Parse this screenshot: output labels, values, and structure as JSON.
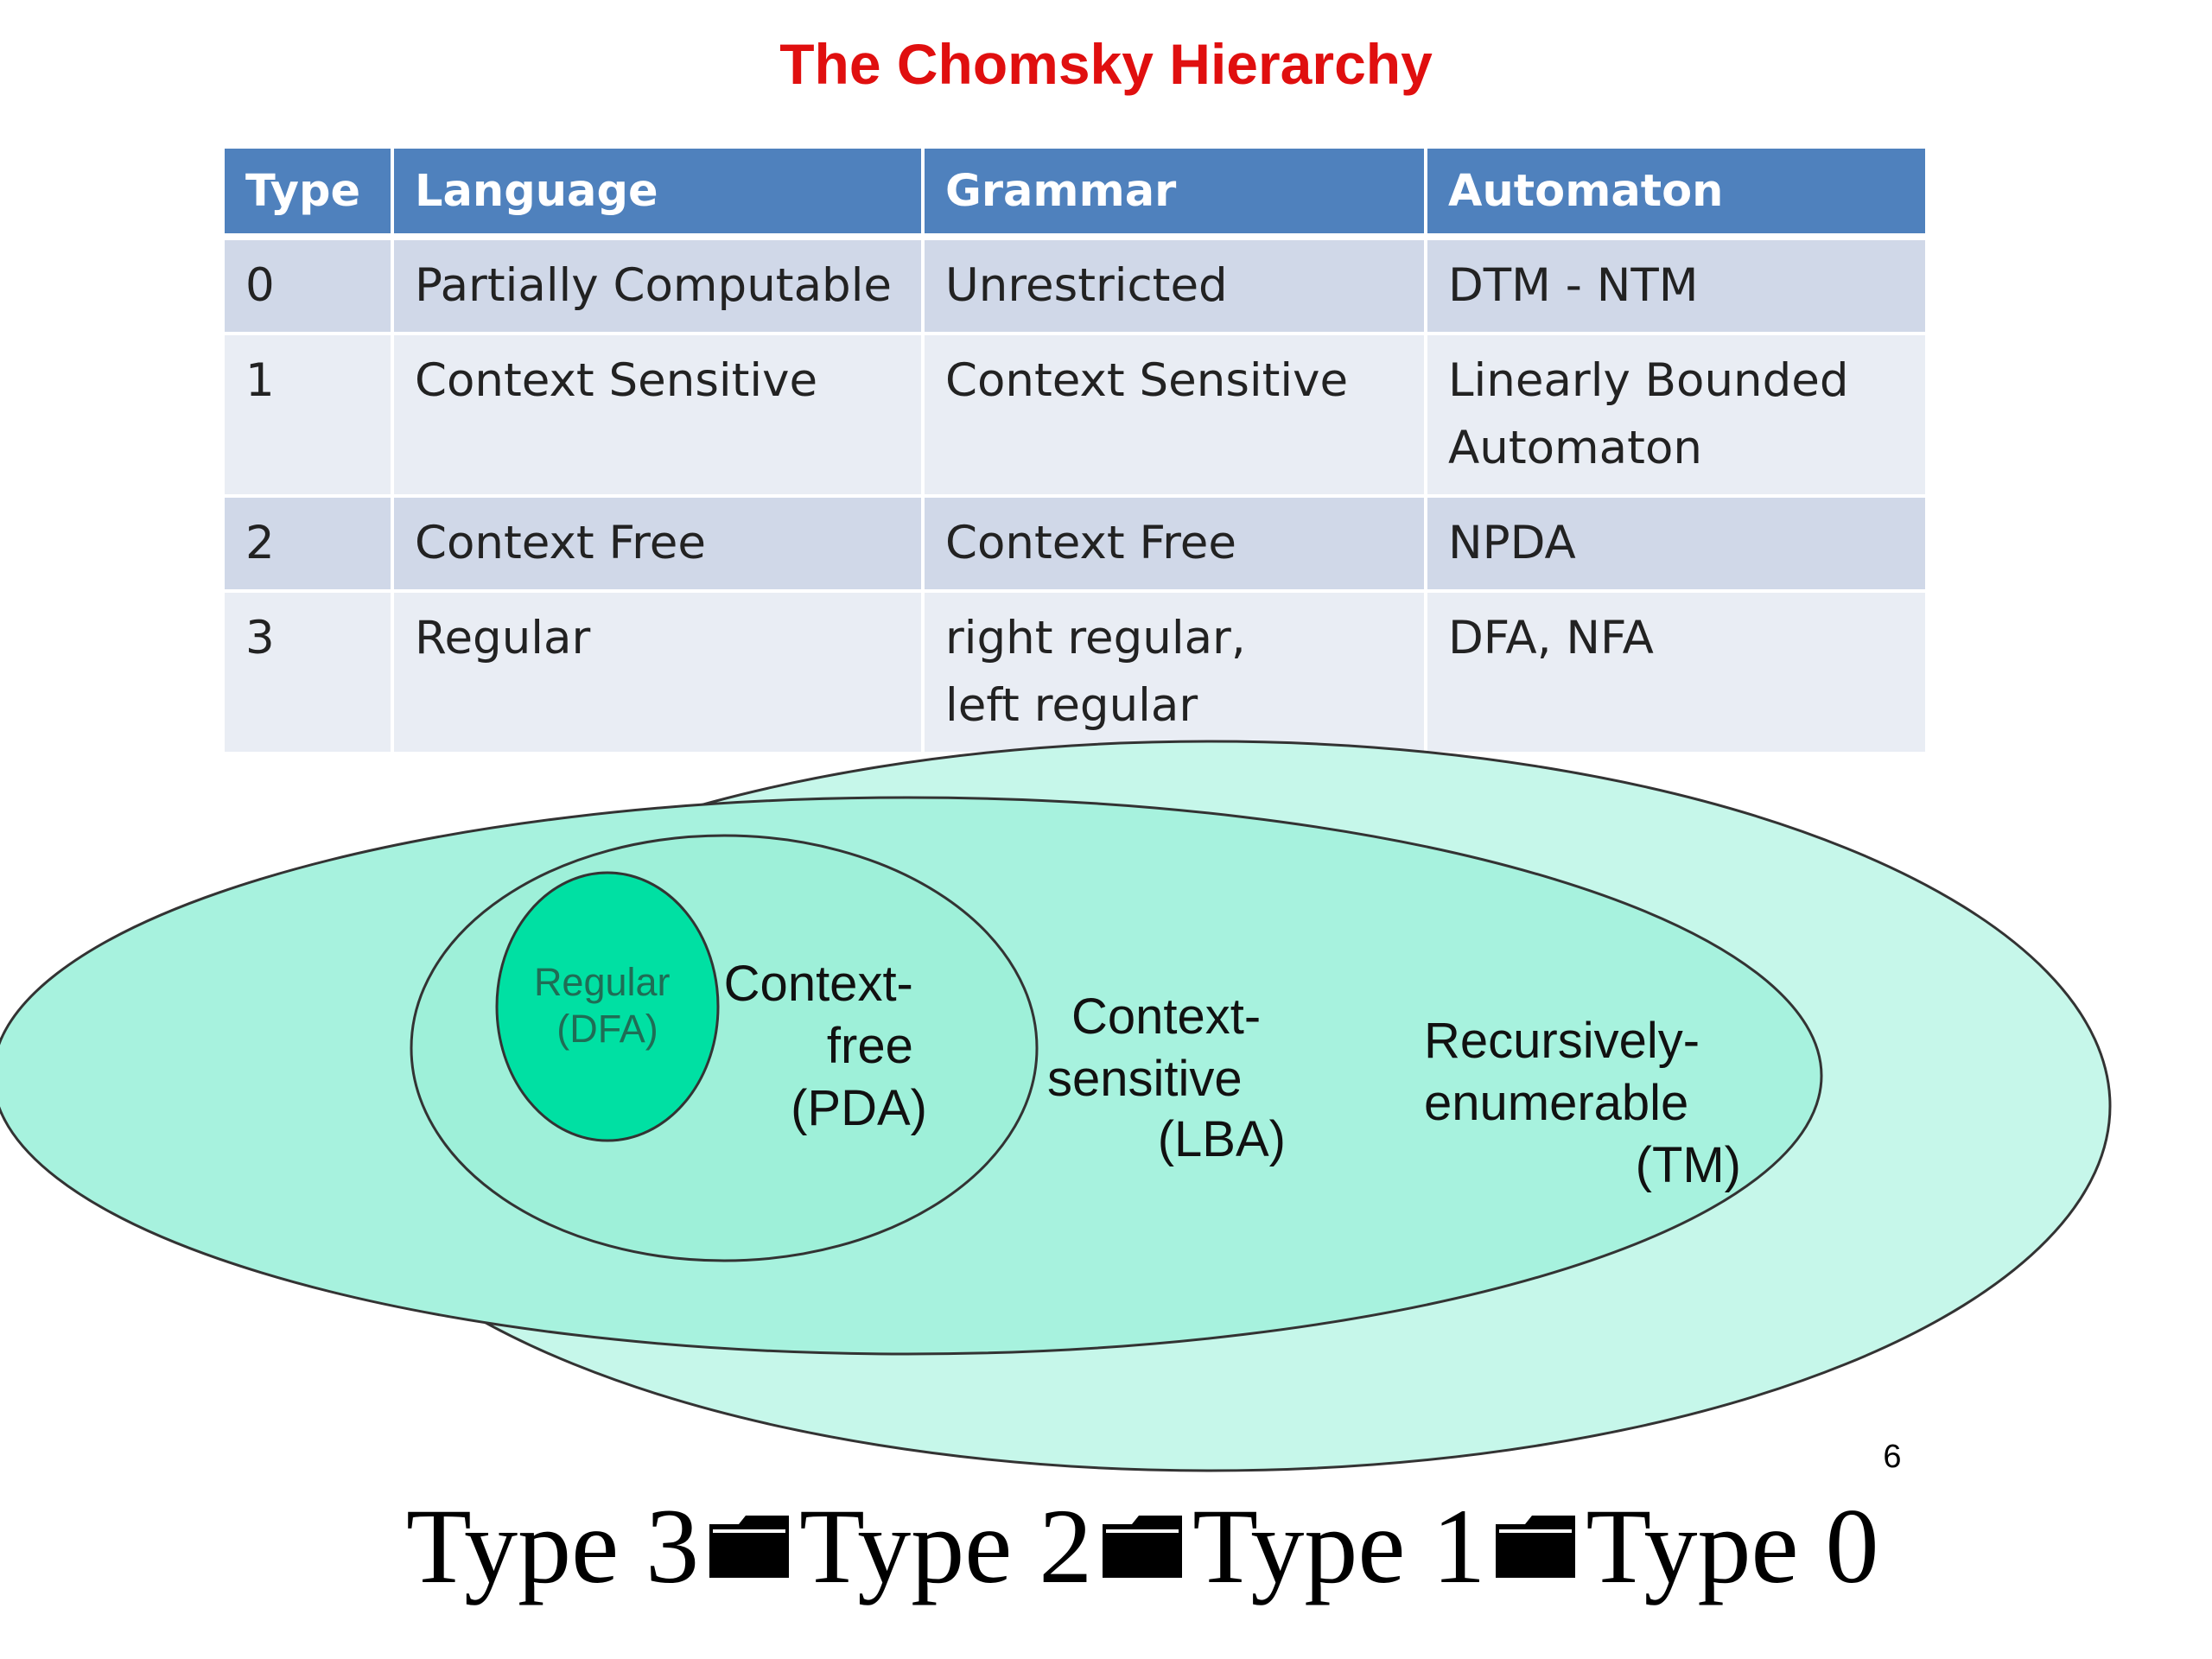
{
  "title": "The Chomsky Hierarchy",
  "table": {
    "headers": [
      "Type",
      "Language",
      "Grammar",
      "Automaton"
    ],
    "rows": [
      {
        "type": "0",
        "language": "Partially Computable",
        "grammar": [
          "Unrestricted"
        ],
        "automaton": [
          "DTM - NTM"
        ]
      },
      {
        "type": "1",
        "language": "Context Sensitive",
        "grammar": [
          "Context Sensitive"
        ],
        "automaton": [
          "Linearly Bounded",
          "Automaton"
        ]
      },
      {
        "type": "2",
        "language": "Context Free",
        "grammar": [
          "Context Free"
        ],
        "automaton": [
          "NPDA"
        ]
      },
      {
        "type": "3",
        "language": "Regular",
        "grammar": [
          "right regular,",
          "left regular"
        ],
        "automaton": [
          "DFA, NFA"
        ]
      }
    ]
  },
  "diagram": {
    "regular": [
      "Regular",
      "(DFA)"
    ],
    "context_free": [
      "Context-",
      "free",
      "(PDA)"
    ],
    "context_sensitive": [
      "Context-",
      "sensitive",
      "(LBA)"
    ],
    "recursively_enumerable": [
      "Recursively-",
      "enumerable",
      "(TM)"
    ],
    "colors": {
      "outer": "#c6f7ea",
      "middle": "#a7f2de",
      "inner": "#9ef0d9",
      "regular": "#00e0a3",
      "stroke": "#333333",
      "regular_text": "#1f6d55",
      "label_text": "#111111"
    }
  },
  "page_number": "6",
  "footer": {
    "items": [
      "Type 3",
      "Type 2",
      "Type 1",
      "Type 0"
    ],
    "separator_icon": "folder-icon"
  }
}
